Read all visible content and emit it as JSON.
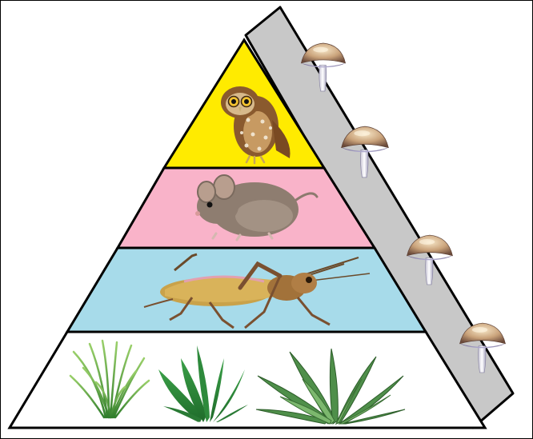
{
  "diagram": {
    "type": "food-pyramid",
    "levels": [
      {
        "order": 1,
        "depicts": "owl",
        "color": "#ffeb00"
      },
      {
        "order": 2,
        "depicts": "mouse",
        "color": "#f9b3c9"
      },
      {
        "order": 3,
        "depicts": "grasshopper",
        "color": "#a7dbea"
      },
      {
        "order": 4,
        "depicts": "plants",
        "color": "#ffffff",
        "plants": [
          "grass",
          "aloe",
          "succulent"
        ]
      }
    ],
    "side_panel": {
      "color": "#c8c8c8",
      "depicts": "decomposers",
      "mushroom_count": 4
    }
  }
}
